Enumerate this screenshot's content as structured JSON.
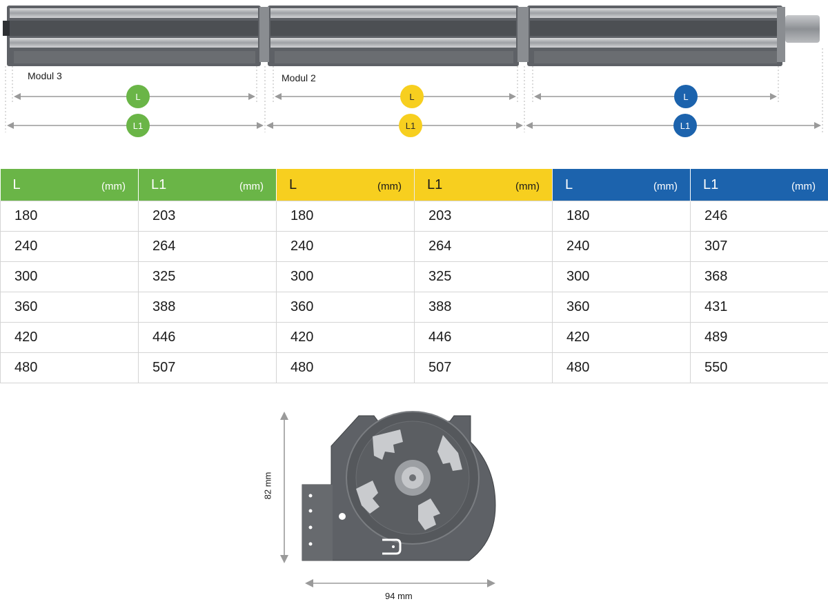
{
  "colors": {
    "green": "#6ab547",
    "yellow": "#f7cf1f",
    "blue": "#1c63ad",
    "housing": "#5e6166",
    "housing_dark": "#45484c",
    "dim_line": "#9a9a9a"
  },
  "modules": [
    {
      "id": "m3",
      "label": "Modul 3",
      "color": "green",
      "short": "L",
      "long": "L1"
    },
    {
      "id": "m2",
      "label": "Modul 2",
      "color": "yellow",
      "short": "L",
      "long": "L1"
    },
    {
      "id": "m1",
      "label": "",
      "color": "blue",
      "short": "L",
      "long": "L1"
    }
  ],
  "table": {
    "unit": "(mm)",
    "headers": [
      {
        "name": "L",
        "color": "green"
      },
      {
        "name": "L1",
        "color": "green"
      },
      {
        "name": "L",
        "color": "yellow"
      },
      {
        "name": "L1",
        "color": "yellow"
      },
      {
        "name": "L",
        "color": "blue"
      },
      {
        "name": "L1",
        "color": "blue"
      }
    ],
    "rows": [
      [
        "180",
        "203",
        "180",
        "203",
        "180",
        "246"
      ],
      [
        "240",
        "264",
        "240",
        "264",
        "240",
        "307"
      ],
      [
        "300",
        "325",
        "300",
        "325",
        "300",
        "368"
      ],
      [
        "360",
        "388",
        "360",
        "388",
        "360",
        "431"
      ],
      [
        "420",
        "446",
        "420",
        "446",
        "420",
        "489"
      ],
      [
        "480",
        "507",
        "480",
        "507",
        "480",
        "550"
      ]
    ]
  },
  "side_view": {
    "height_label": "82 mm",
    "width_label": "94 mm"
  }
}
